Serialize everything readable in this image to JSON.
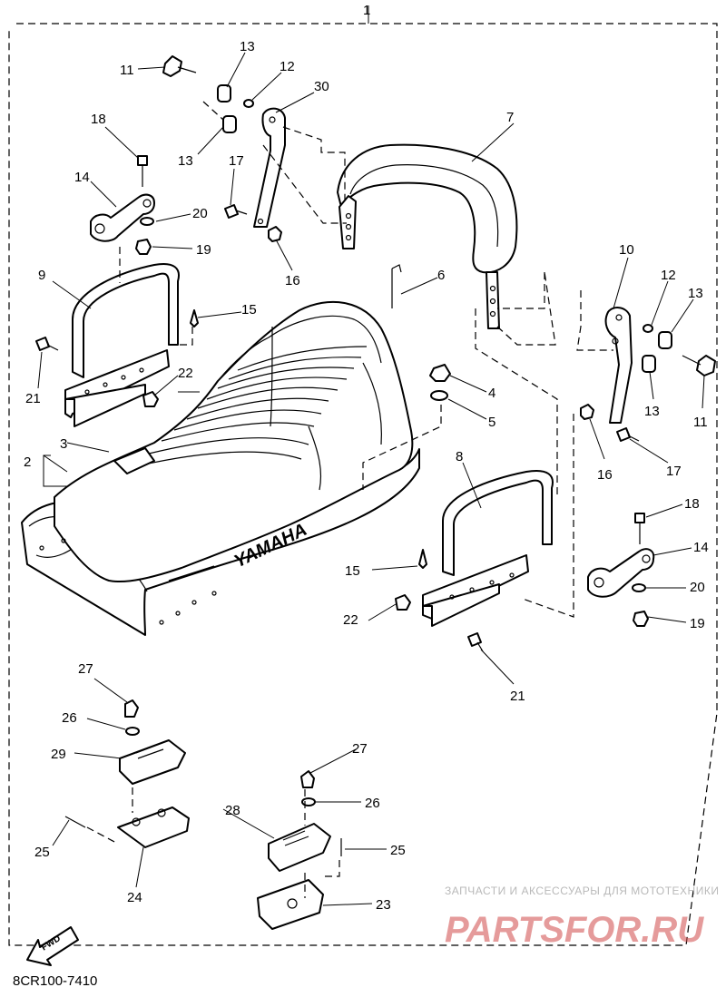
{
  "diagram": {
    "assembly_number": "1",
    "part_numbers": {
      "p1": "1",
      "p2": "2",
      "p3": "3",
      "p4": "4",
      "p5": "5",
      "p6": "6",
      "p7": "7",
      "p8": "8",
      "p9": "9",
      "p10": "10",
      "p11": "11",
      "p12": "12",
      "p13": "13",
      "p14": "14",
      "p15": "15",
      "p16": "16",
      "p17": "17",
      "p18": "18",
      "p19": "19",
      "p20": "20",
      "p21": "21",
      "p22": "22",
      "p23": "23",
      "p24": "24",
      "p25": "25",
      "p26": "26",
      "p27": "27",
      "p28": "28",
      "p29": "29",
      "p30": "30"
    },
    "seat_brand": "YAMAHA",
    "fwd_label": "FWD",
    "figure_code": "8CR100-7410"
  },
  "watermark": {
    "tagline": "ЗАПЧАСТИ И АКСЕССУАРЫ ДЛЯ МОТОТЕХНИКИ",
    "site": "PARTSFOR.RU"
  },
  "colors": {
    "line": "#000000",
    "background": "#ffffff",
    "watermark_red": "#d04a4a",
    "watermark_gray": "#b9b9b9"
  }
}
